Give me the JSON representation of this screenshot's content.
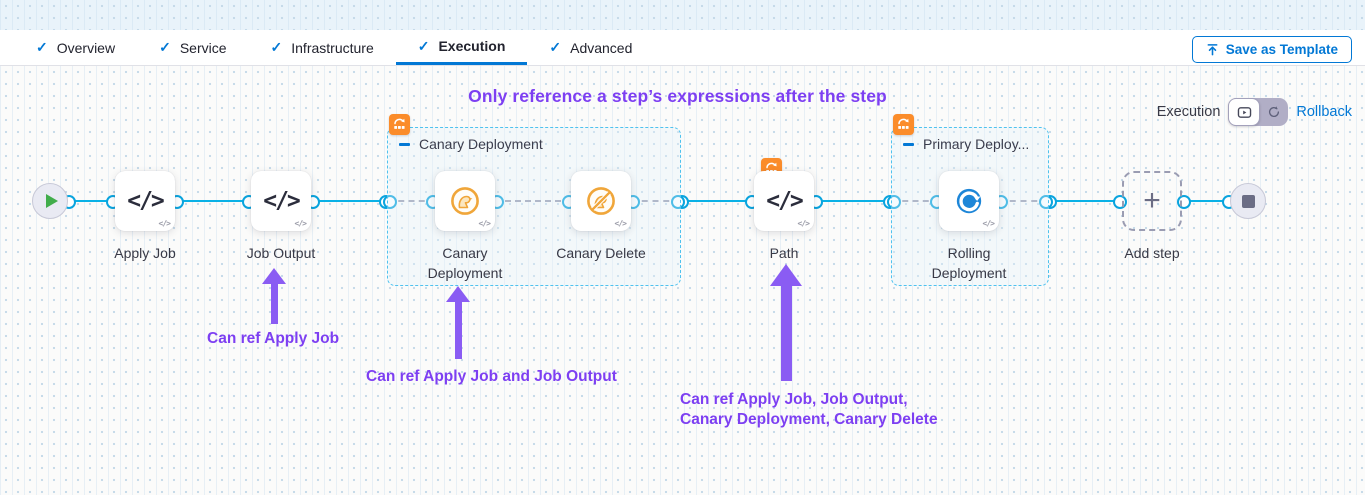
{
  "header": {
    "tabs": [
      {
        "label": "Overview"
      },
      {
        "label": "Service"
      },
      {
        "label": "Infrastructure"
      },
      {
        "label": "Execution"
      },
      {
        "label": "Advanced"
      }
    ],
    "active_tab": "Execution",
    "save_as_template_label": "Save as Template"
  },
  "view_toggle": {
    "execution_label": "Execution",
    "rollback_link": "Rollback"
  },
  "annotations": {
    "heading": "Only reference a step’s expressions after the step",
    "note_job_output": "Can ref Apply Job",
    "note_canary_deployment": "Can ref Apply Job and Job Output",
    "note_path_line1": "Can ref Apply Job, Job Output,",
    "note_path_line2": "Canary Deployment, Canary Delete"
  },
  "pipeline": {
    "steps": {
      "apply_job": {
        "label": "Apply Job"
      },
      "job_output": {
        "label": "Job Output"
      },
      "canary_deployment": {
        "label": "Canary Deployment"
      },
      "canary_delete": {
        "label": "Canary Delete"
      },
      "path": {
        "label": "Path"
      },
      "rolling_deployment": {
        "label": "Rolling Deployment"
      },
      "add_step": {
        "label": "Add step"
      }
    },
    "groups": {
      "canary": {
        "label": "Canary Deployment"
      },
      "primary": {
        "label": "Primary Deploy..."
      }
    }
  },
  "icons": {
    "check": "✓",
    "code": "</>",
    "mini_code": "</>",
    "plus": "+"
  },
  "colors": {
    "accent_blue": "#0278d5",
    "connector_blue": "#0ab1e6",
    "annotation_purple": "#7d3ff2",
    "badge_orange": "#fb8c2a",
    "canary_orange": "#f0a63a",
    "rolling_blue": "#1d86d8"
  }
}
